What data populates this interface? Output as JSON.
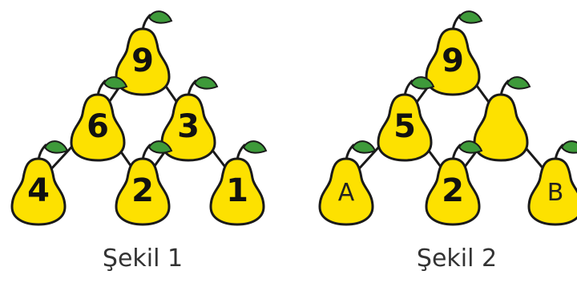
{
  "colors": {
    "pear_fill": "#FDE100",
    "outline": "#1a1a1a",
    "leaf": "#3E9A3A",
    "line": "#1a1a1a"
  },
  "figures": [
    {
      "caption": "Şekil 1",
      "pears": [
        {
          "id": "top",
          "label": "9"
        },
        {
          "id": "mid-left",
          "label": "6"
        },
        {
          "id": "mid-right",
          "label": "3"
        },
        {
          "id": "bottom-left",
          "label": "4"
        },
        {
          "id": "bottom-middle",
          "label": "2"
        },
        {
          "id": "bottom-right",
          "label": "1"
        }
      ]
    },
    {
      "caption": "Şekil 2",
      "pears": [
        {
          "id": "top",
          "label": "9"
        },
        {
          "id": "mid-left",
          "label": "5"
        },
        {
          "id": "mid-right",
          "label": ""
        },
        {
          "id": "bottom-left",
          "label": "A"
        },
        {
          "id": "bottom-middle",
          "label": "2"
        },
        {
          "id": "bottom-right",
          "label": "B"
        }
      ]
    }
  ]
}
